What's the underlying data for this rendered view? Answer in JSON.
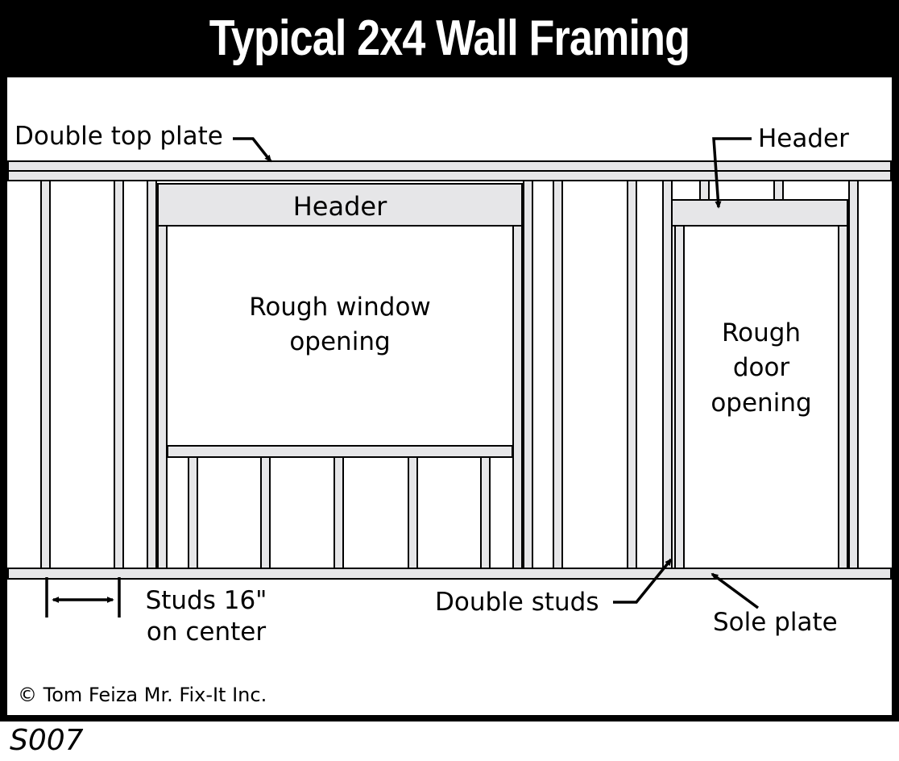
{
  "title": "Typical 2x4 Wall Framing",
  "figure_code": "S007",
  "copyright": "© Tom Feiza Mr. Fix-It Inc.",
  "colors": {
    "title_bg": "#000000",
    "title_text": "#ffffff",
    "lumber_fill": "#e6e6e8",
    "line": "#000000",
    "background": "#ffffff"
  },
  "callouts": {
    "double_top_plate": "Double top plate",
    "door_header": "Header",
    "window_header": "Header",
    "rough_window_opening_line1": "Rough window",
    "rough_window_opening_line2": "opening",
    "rough_door_opening_line1": "Rough",
    "rough_door_opening_line2": "door",
    "rough_door_opening_line3": "opening",
    "stud_spacing_line1": "Studs 16\"",
    "stud_spacing_line2": "on center",
    "double_studs": "Double studs",
    "sole_plate": "Sole plate"
  }
}
